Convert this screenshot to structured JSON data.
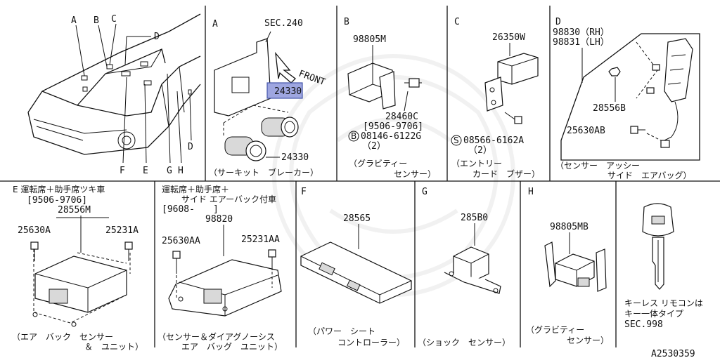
{
  "car_callouts": {
    "a": "A",
    "b": "B",
    "c": "C",
    "d_top": "D",
    "d_side": "D",
    "f": "F",
    "e": "E",
    "g": "G",
    "h": "H"
  },
  "panel_a": {
    "letter": "A",
    "sec": "SEC.240",
    "front": "FRONT",
    "part_highlight": "24330",
    "part_lower": "24330",
    "caption": "（サーキット　ブレーカー）",
    "highlight_color": "#9ea6e0"
  },
  "panel_b": {
    "letter": "B",
    "part_top": "98805M",
    "part_bolt": "28460C",
    "date": "[9506-9706]",
    "circle_b": "B",
    "part_bolt2": "08146-6122G",
    "qty": "（2）",
    "caption1": "（グラビティー",
    "caption2": "センサー）"
  },
  "panel_c": {
    "letter": "C",
    "part_top": "26350W",
    "circle_s": "S",
    "part_screw": "08566-6162A",
    "qty": "（2）",
    "caption1": "（エントリー",
    "caption2": "カード　ブザー）"
  },
  "panel_d": {
    "letter": "D",
    "part_rh": "98830（RH）",
    "part_lh": "98831（LH）",
    "part_nut": "28556B",
    "part_bolt": "25630AB",
    "caption1": "（センサー　アッシー",
    "caption2": "サイド　エアバッグ）"
  },
  "panel_e": {
    "title": "E 運転席＋助手席ツキ車",
    "date": "[9506-9706]",
    "part_top": "28556M",
    "bolt_left": "25630A",
    "bolt_right": "25231A",
    "caption1": "（エア　バック　センサー",
    "caption2": "＆　ユニット）"
  },
  "panel_e2": {
    "title1": "運転席＋助手席＋",
    "title2": "サイド エアーバック付車",
    "date": "[9608-　　]",
    "part_top": "98820",
    "bolt_left": "25630AA",
    "bolt_right": "25231AA",
    "caption1": "（センサー＆ダイアグノーシス",
    "caption2": "エア　バッグ　ユニット）"
  },
  "panel_f": {
    "letter": "F",
    "part": "28565",
    "caption1": "（パワー　シート",
    "caption2": "コントローラー）"
  },
  "panel_g": {
    "letter": "G",
    "part": "285B0",
    "caption": "（ショック　センサー）"
  },
  "panel_h": {
    "letter": "H",
    "part": "98805MB",
    "caption1": "（グラビティー",
    "caption2": "センサー）"
  },
  "panel_key": {
    "line1": "キーレス リモコンは",
    "line2": "キー一体タイプ",
    "line3": "SEC.998"
  },
  "figure_id": "A2530359"
}
